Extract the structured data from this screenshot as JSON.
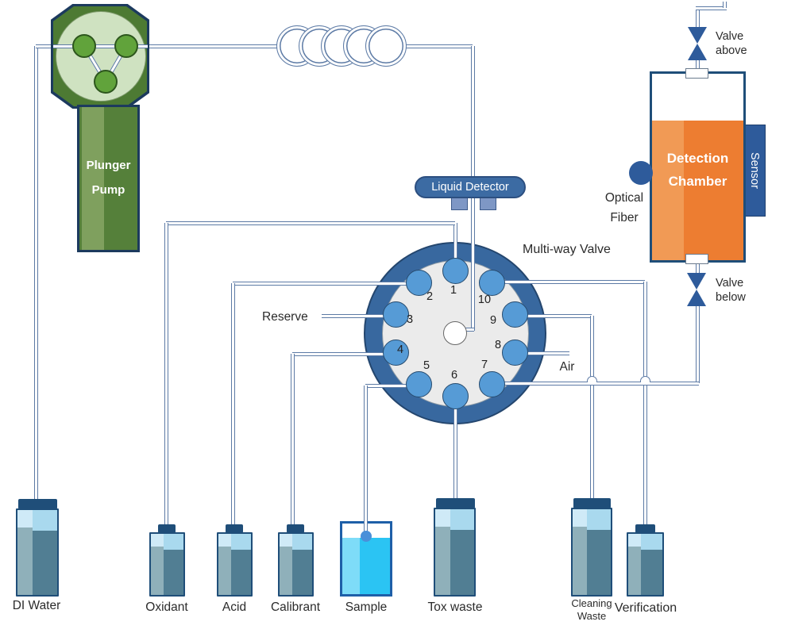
{
  "pump": {
    "label_line1": "Plunger",
    "label_line2": "Pump"
  },
  "liquid_detector": {
    "label": "Liquid Detector"
  },
  "valve": {
    "label": "Multi-way Valve",
    "ports": [
      "1",
      "2",
      "3",
      "4",
      "5",
      "6",
      "7",
      "8",
      "9",
      "10"
    ]
  },
  "labels": {
    "reserve": "Reserve",
    "air": "Air"
  },
  "chamber": {
    "label_line1": "Detection",
    "label_line2": "Chamber",
    "sensor": "Sensor",
    "optical_line1": "Optical",
    "optical_line2": "Fiber",
    "valve_above_line1": "Valve",
    "valve_above_line2": "above",
    "valve_below_line1": "Valve",
    "valve_below_line2": "below"
  },
  "bottles": [
    {
      "name": "di-water",
      "label": "DI Water"
    },
    {
      "name": "oxidant",
      "label": "Oxidant"
    },
    {
      "name": "acid",
      "label": "Acid"
    },
    {
      "name": "calibrant",
      "label": "Calibrant"
    },
    {
      "name": "sample",
      "label": "Sample"
    },
    {
      "name": "tox-waste",
      "label": "Tox waste"
    },
    {
      "name": "cleaning-waste",
      "label_line1": "Cleaning",
      "label_line2": "Waste"
    },
    {
      "name": "verification",
      "label": "Verification"
    }
  ],
  "colors": {
    "tube": "#5c7aa5",
    "navy_border": "#1f4e79",
    "valve_ring": "#38689f",
    "valve_face": "#ebebeb",
    "port_blue": "#569bd6",
    "pump_green": "#4d7a33",
    "pump_pale": "#cfe2c1",
    "rotor_green": "#61a33b",
    "detector_blue": "#3c6ba3",
    "chamber_orange": "#ed7d31",
    "chamber_orange_light": "#f19a55",
    "sensor_blue": "#2e5b9b",
    "bottle_teal": "#517e93",
    "bottle_band": "#a9d9ee",
    "sample_cyan": "#2bc4f3"
  }
}
